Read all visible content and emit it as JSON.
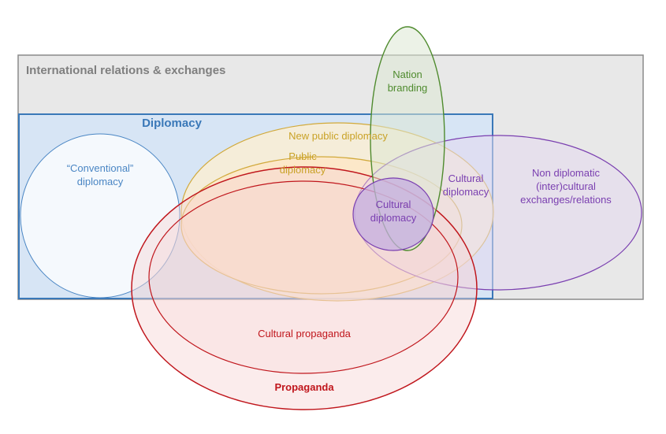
{
  "regions": {
    "international": {
      "label": "International relations & exchanges",
      "color": "#7f7f7f",
      "fill": "#e6e6e6"
    },
    "diplomacy": {
      "label": "Diplomacy",
      "color": "#3a78b8",
      "fill": "#dbe8f6"
    },
    "conventional": {
      "label_line1": "“Conventional”",
      "label_line2": "diplomacy",
      "color": "#4a86c4"
    },
    "new_public": {
      "label": "New public diplomacy",
      "color": "#c9a227",
      "fill": "#fcefd2"
    },
    "public": {
      "label_line1": "Public",
      "label_line2": "diplomacy",
      "color": "#c9a227",
      "fill": "#fde8cc"
    },
    "nation_branding": {
      "label_line1": "Nation",
      "label_line2": "branding",
      "color": "#4f8b2e",
      "fill": "#dfe9d6"
    },
    "cultural_diplomacy_outer": {
      "label_line1": "Cultural",
      "label_line2": "diplomacy",
      "color": "#7a3fb0"
    },
    "non_diplomatic": {
      "label_line1": "Non diplomatic",
      "label_line2": "(inter)cultural",
      "label_line3": "exchanges/relations",
      "color": "#7a3fb0",
      "fill": "#e6dcef"
    },
    "cultural_diplomacy_inner": {
      "label_line1": "Cultural",
      "label_line2": "diplomacy",
      "color": "#7a3fb0",
      "fill": "#c9b3e2"
    },
    "propaganda": {
      "label": "Propaganda",
      "color": "#c0161c",
      "fill": "#f8dada"
    },
    "cultural_propaganda": {
      "label": "Cultural propaganda",
      "color": "#c0161c"
    }
  }
}
